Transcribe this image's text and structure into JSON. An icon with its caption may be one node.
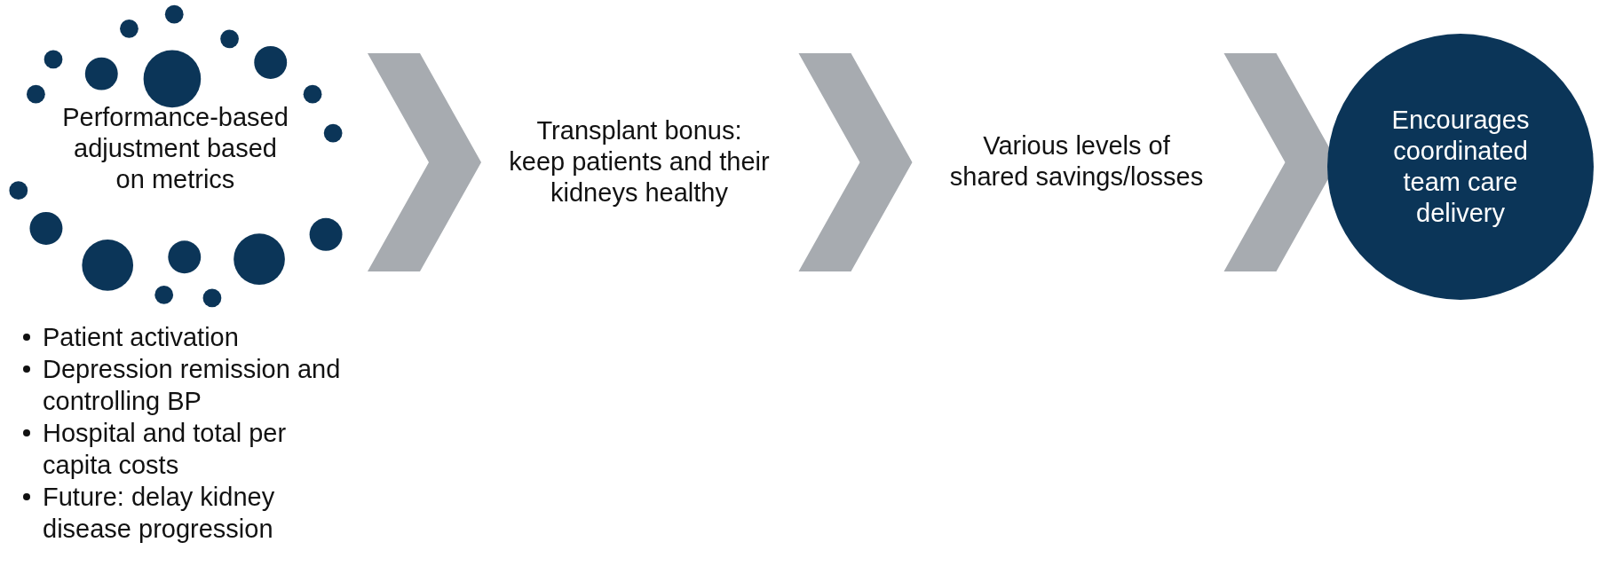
{
  "diagram": {
    "nodes": [
      {
        "text": [
          "Performance-based adjustment based on metrics"
        ]
      },
      {
        "text": [
          "Transplant bonus: keep patients and their kidneys healthy"
        ]
      },
      {
        "text": [
          "Various levels of shared savings/losses"
        ]
      },
      {
        "text": [
          "Encourages coordinated team care delivery"
        ]
      }
    ],
    "edges": [
      {
        "from": 0,
        "to": 1,
        "arrow": "to"
      },
      {
        "from": 1,
        "to": 2,
        "arrow": "to"
      },
      {
        "from": 2,
        "to": 3,
        "arrow": "to"
      }
    ],
    "labels": [
      "Patient activation",
      "Depression remission and controlling BP",
      "Hospital and total per capita costs",
      "Future: delay kidney disease progression"
    ]
  }
}
